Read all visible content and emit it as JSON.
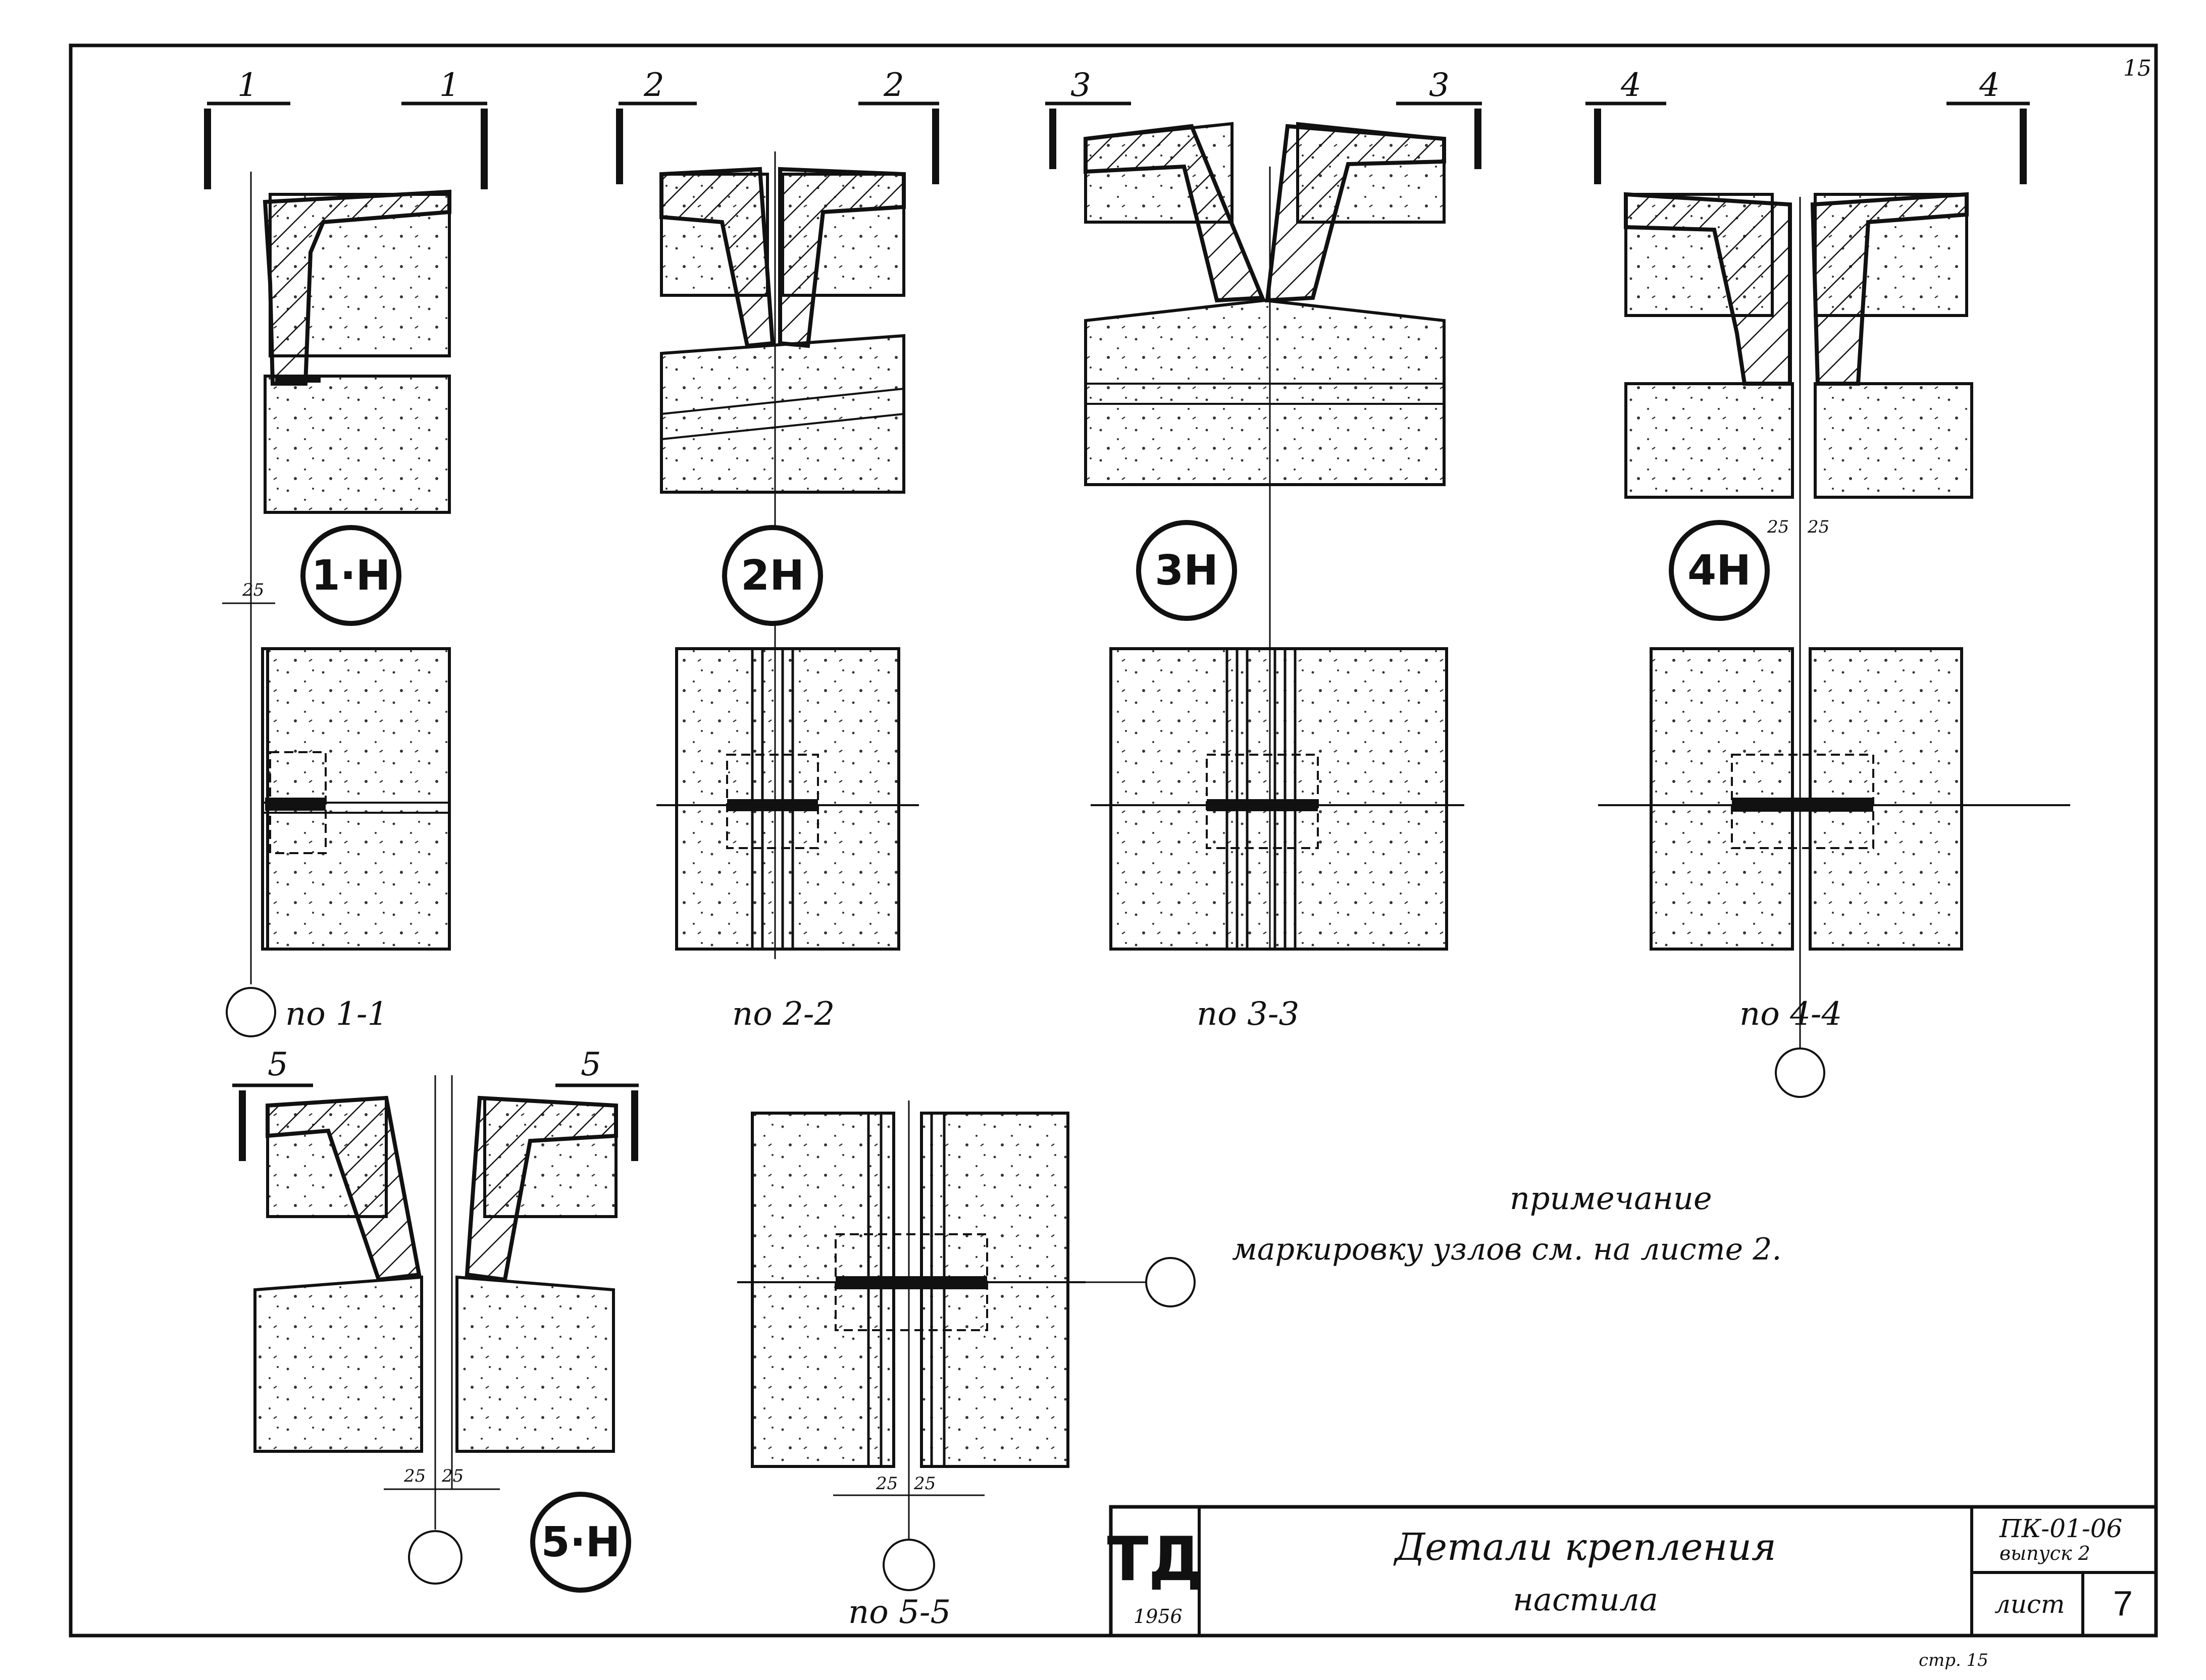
{
  "sheet": {
    "page_number": "15",
    "bottom_mark": "стр. 15",
    "title_block": {
      "logo": "ТД",
      "year": "1956",
      "title_line1": "Детали крепления",
      "title_line2": "настила",
      "series": "ПК-01-06",
      "issue": "выпуск 2",
      "sheet_label": "лист",
      "sheet_number": "7"
    }
  },
  "details": [
    {
      "id": "1",
      "section_left": "1",
      "section_right": "1",
      "badge": "1·Н",
      "plan_caption": "по 1-1",
      "dims": [
        "25"
      ]
    },
    {
      "id": "2",
      "section_left": "2",
      "section_right": "2",
      "badge": "2Н",
      "plan_caption": "по 2-2",
      "dims": []
    },
    {
      "id": "3",
      "section_left": "3",
      "section_right": "3",
      "badge": "3Н",
      "plan_caption": "по 3-3",
      "dims": []
    },
    {
      "id": "4",
      "section_left": "4",
      "section_right": "4",
      "badge": "4Н",
      "plan_caption": "по 4-4",
      "dims": [
        "25",
        "25"
      ]
    },
    {
      "id": "5",
      "section_left": "5",
      "section_right": "5",
      "badge": "5·Н",
      "plan_caption": "по 5-5",
      "dims": [
        "25",
        "25"
      ],
      "plan_dims": [
        "25",
        "25"
      ]
    }
  ],
  "note": {
    "heading": "примечание",
    "text": "маркировку узлов см. на листе 2."
  },
  "colors": {
    "ink": "#111111",
    "paper": "#ffffff"
  }
}
